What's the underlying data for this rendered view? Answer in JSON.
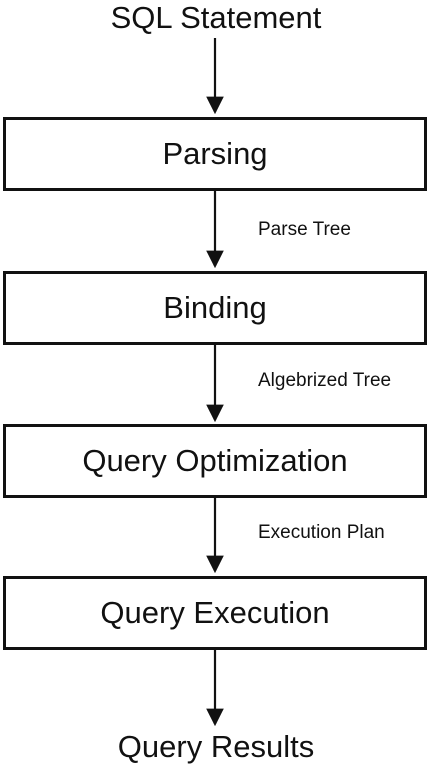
{
  "flow": {
    "input": "SQL Statement",
    "stages": [
      {
        "label": "Parsing"
      },
      {
        "label": "Binding"
      },
      {
        "label": "Query Optimization"
      },
      {
        "label": "Query Execution"
      }
    ],
    "transitions": [
      {
        "label": ""
      },
      {
        "label": "Parse Tree"
      },
      {
        "label": "Algebrized Tree"
      },
      {
        "label": "Execution Plan"
      },
      {
        "label": ""
      }
    ],
    "output": "Query Results"
  },
  "colors": {
    "line": "#111111",
    "background": "#ffffff",
    "text": "#111111"
  }
}
